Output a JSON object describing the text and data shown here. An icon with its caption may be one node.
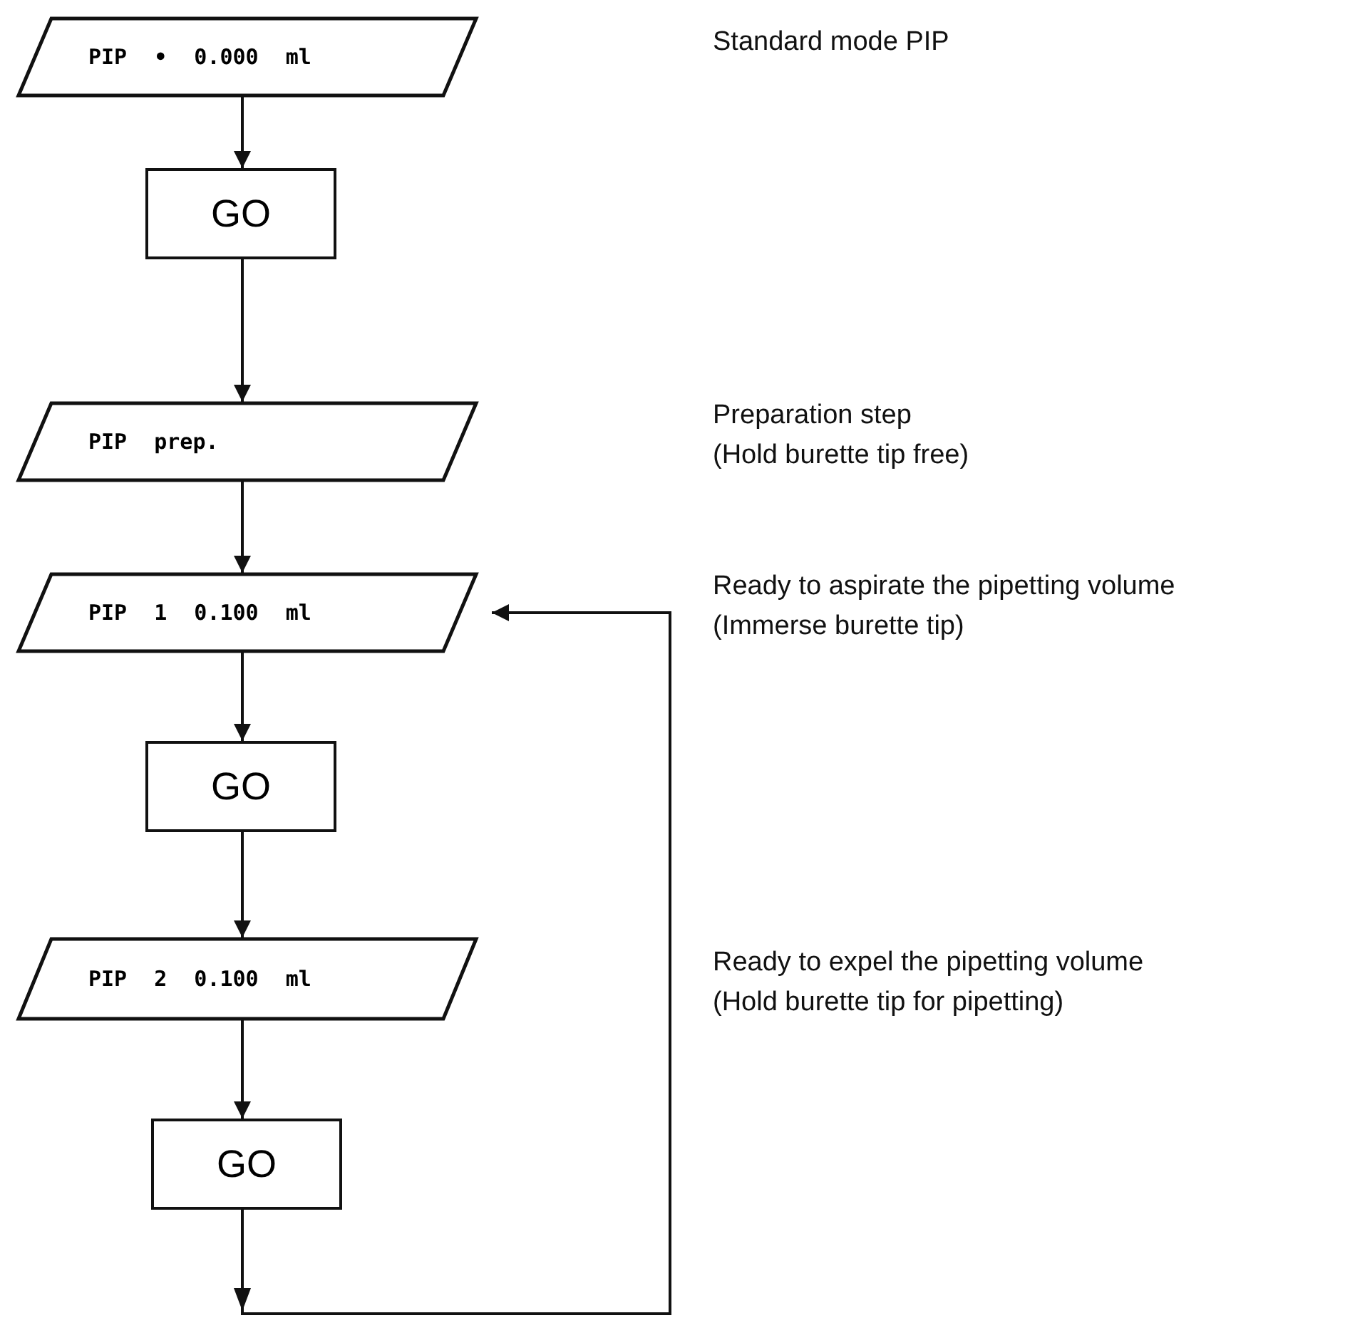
{
  "diagram": {
    "nodes": [
      {
        "text": [
          "PIP • 0.000 ml"
        ]
      },
      {
        "text": [
          "GO"
        ]
      },
      {
        "text": [
          "PIP prep."
        ],
        "beside": [
          "Preparation step",
          "(Hold burette tip free)"
        ]
      },
      {
        "text": [
          "PIP 1 0.100 ml"
        ],
        "beside": [
          "Ready to aspirate the pipetting volume",
          "(Immerse burette tip)"
        ]
      },
      {
        "text": [
          "GO"
        ]
      },
      {
        "text": [
          "PIP 2 0.100 ml"
        ],
        "beside": [
          "Ready to expel the pipetting volume",
          "(Hold burette tip for pipetting)"
        ]
      },
      {
        "text": [
          "GO"
        ]
      }
    ],
    "edges": [
      {
        "from": 0,
        "to": 1,
        "arrow": "to"
      },
      {
        "from": 1,
        "to": 2,
        "arrow": "to"
      },
      {
        "from": 2,
        "to": 3,
        "arrow": "to"
      },
      {
        "from": 3,
        "to": 4,
        "arrow": "to"
      },
      {
        "from": 4,
        "to": 5,
        "arrow": "to"
      },
      {
        "from": 5,
        "to": 6,
        "arrow": "to"
      },
      {
        "from": 6,
        "to": 3,
        "arrow": "to"
      }
    ],
    "labels": [
      "Standard mode PIP"
    ]
  }
}
